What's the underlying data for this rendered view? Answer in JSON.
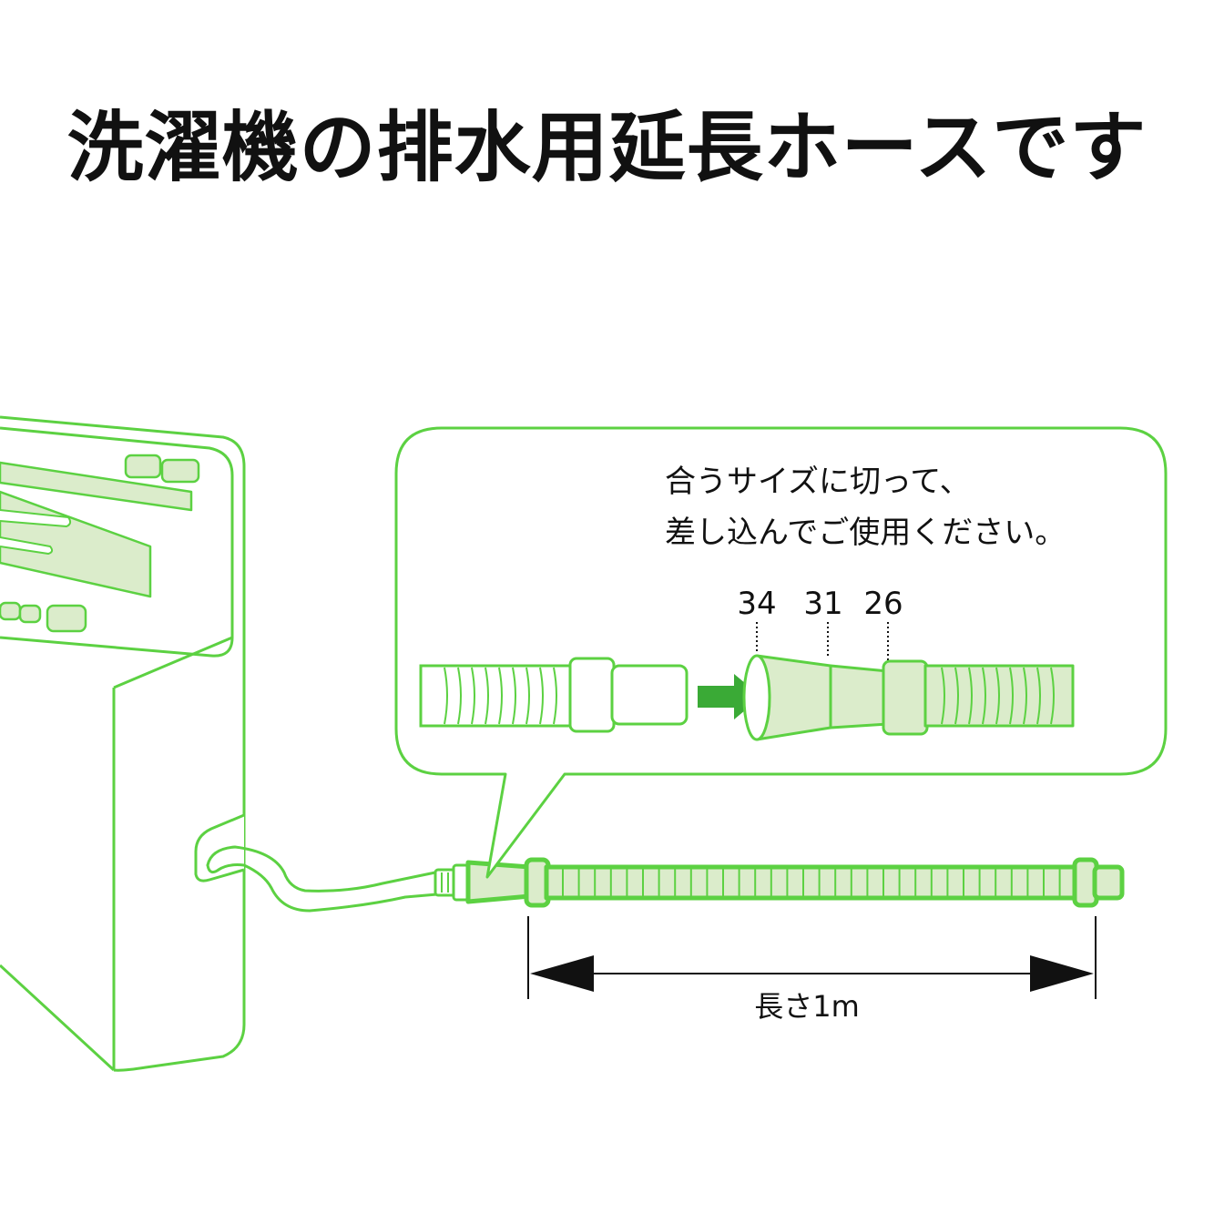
{
  "title": "洗濯機の排水用延長ホースです",
  "callout": {
    "line1": "合うサイズに切って、",
    "line2": "差し込んでご使用ください。"
  },
  "sizes": [
    "34",
    "31",
    "26"
  ],
  "length_label": "長さ1m",
  "colors": {
    "outline": "#5cd142",
    "fill": "#dbeccb",
    "arrow": "#3aaa36",
    "text": "#111111"
  }
}
